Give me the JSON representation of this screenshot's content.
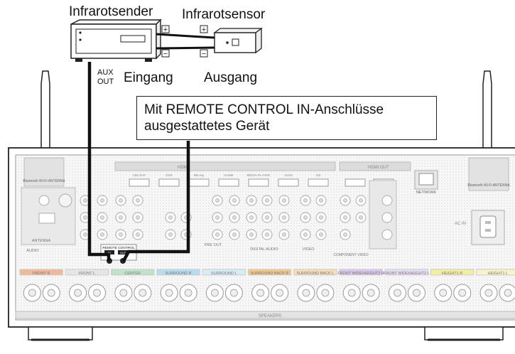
{
  "labels": {
    "ir_transmitter": "Infrarotsender",
    "ir_sensor": "Infrarotsensor",
    "aux_out_line1": "AUX",
    "aux_out_line2": "OUT",
    "input": "Eingang",
    "output": "Ausgang",
    "callout_line1": "Mit REMOTE CONTROL IN-Anschlüsse",
    "callout_line2": "ausgestattetes Gerät",
    "plus": "+",
    "minus": "−"
  },
  "panel": {
    "bt_antenna": "Bluetooth Wi-Fi ANTENNA",
    "hdmi": "HDMI",
    "hdmi_out": "HDMI OUT",
    "network": "NETWORK",
    "antenna": "ANTENNA",
    "audio": "AUDIO",
    "remote_control": "REMOTE CONTROL",
    "remote_in": "IN",
    "remote_out": "OUT",
    "pre_out": "PRE OUT",
    "digital_audio": "DIGITAL AUDIO",
    "video": "VIDEO",
    "component_video": "COMPONENT VIDEO",
    "ac_in": "AC IN",
    "speakers": "SPEAKERS",
    "hdmi_ports": [
      "CBL/SAT",
      "DVD",
      "Blu-ray",
      "GAME",
      "MEDIA PLAYER",
      "AUX2",
      "CD"
    ],
    "speaker_sections": [
      {
        "label": "FRONT R",
        "color": "#f2b89a"
      },
      {
        "label": "FRONT L",
        "color": "#e6e6e6"
      },
      {
        "label": "CENTER",
        "color": "#bfe3c8"
      },
      {
        "label": "SURROUND R",
        "color": "#b7dcef"
      },
      {
        "label": "SURROUND L",
        "color": "#d6ecf6"
      },
      {
        "label": "SURROUND BACK R",
        "color": "#f2c78e"
      },
      {
        "label": "SURROUND BACK L",
        "color": "#f7deb9"
      },
      {
        "label": "FRONT WIDE/HEIGHT2 R",
        "color": "#d7c7ec"
      },
      {
        "label": "FRONT WIDE/HEIGHT2 L",
        "color": "#e7ddf4"
      },
      {
        "label": "HEIGHT1 R",
        "color": "#f4efa0"
      },
      {
        "label": "HEIGHT1 L",
        "color": "#f8f4c7"
      }
    ]
  }
}
